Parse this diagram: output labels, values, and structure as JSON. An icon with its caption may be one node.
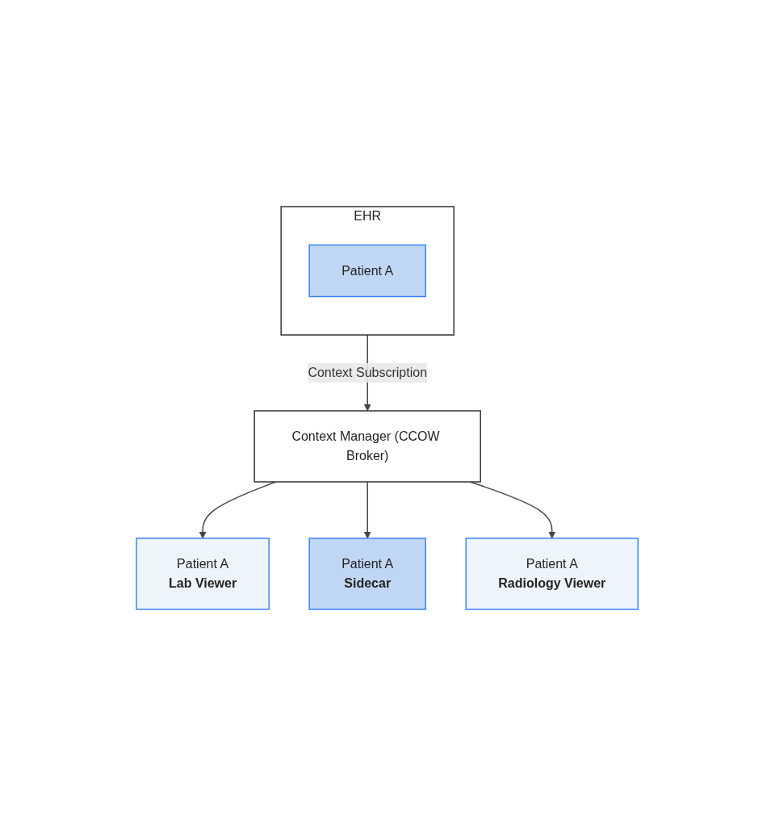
{
  "diagram": {
    "nodes": [
      {
        "text": [
          "EHR"
        ]
      },
      {
        "text": [
          "Patient A"
        ],
        "in": 0
      },
      {
        "text": [
          "Context Manager (CCOW Broker)"
        ]
      },
      {
        "text": [
          "Patient A",
          "Lab Viewer"
        ]
      },
      {
        "text": [
          "Patient A",
          "Radiology Viewer"
        ]
      },
      {
        "text": [
          "Patient A",
          "Sidecar"
        ]
      }
    ],
    "edges": [
      {
        "from": 0,
        "to": 2,
        "label": "Context Subscription",
        "arrow": "to"
      },
      {
        "from": 2,
        "to": 3,
        "arrow": "to"
      },
      {
        "from": 2,
        "to": 5,
        "arrow": "to"
      },
      {
        "from": 2,
        "to": 4,
        "arrow": "to"
      }
    ]
  }
}
